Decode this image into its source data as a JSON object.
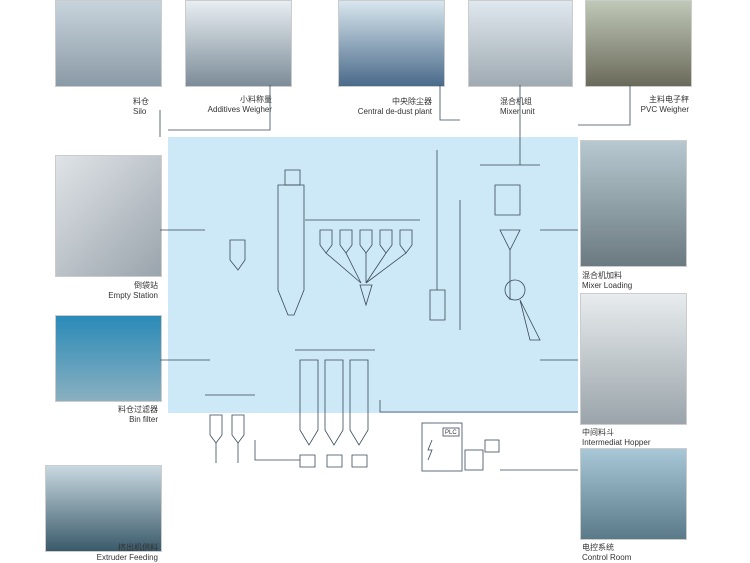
{
  "labels": {
    "silo": {
      "cn": "料仓",
      "en": "Silo"
    },
    "additives": {
      "cn": "小料称量",
      "en": "Additives Weigher"
    },
    "dust": {
      "cn": "中央除尘器",
      "en": "Central de-dust plant"
    },
    "mixer": {
      "cn": "混合机组",
      "en": "Mixer unit"
    },
    "pvc": {
      "cn": "主料电子秤",
      "en": "PVC Weigher"
    },
    "empty": {
      "cn": "倒袋站",
      "en": "Empty Station"
    },
    "bin": {
      "cn": "料仓过滤器",
      "en": "Bin filter"
    },
    "extruder": {
      "cn": "挤出机供料",
      "en": "Extruder Feeding"
    },
    "loading": {
      "cn": "混合机加料",
      "en": "Mixer Loading"
    },
    "hopper": {
      "cn": "中间料斗",
      "en": "Intermediat Hopper"
    },
    "control": {
      "cn": "电控系统",
      "en": "Control Room"
    }
  },
  "plc_label": "PLC",
  "colors": {
    "panel": "#cde8f6",
    "line": "#3a4a5a"
  }
}
